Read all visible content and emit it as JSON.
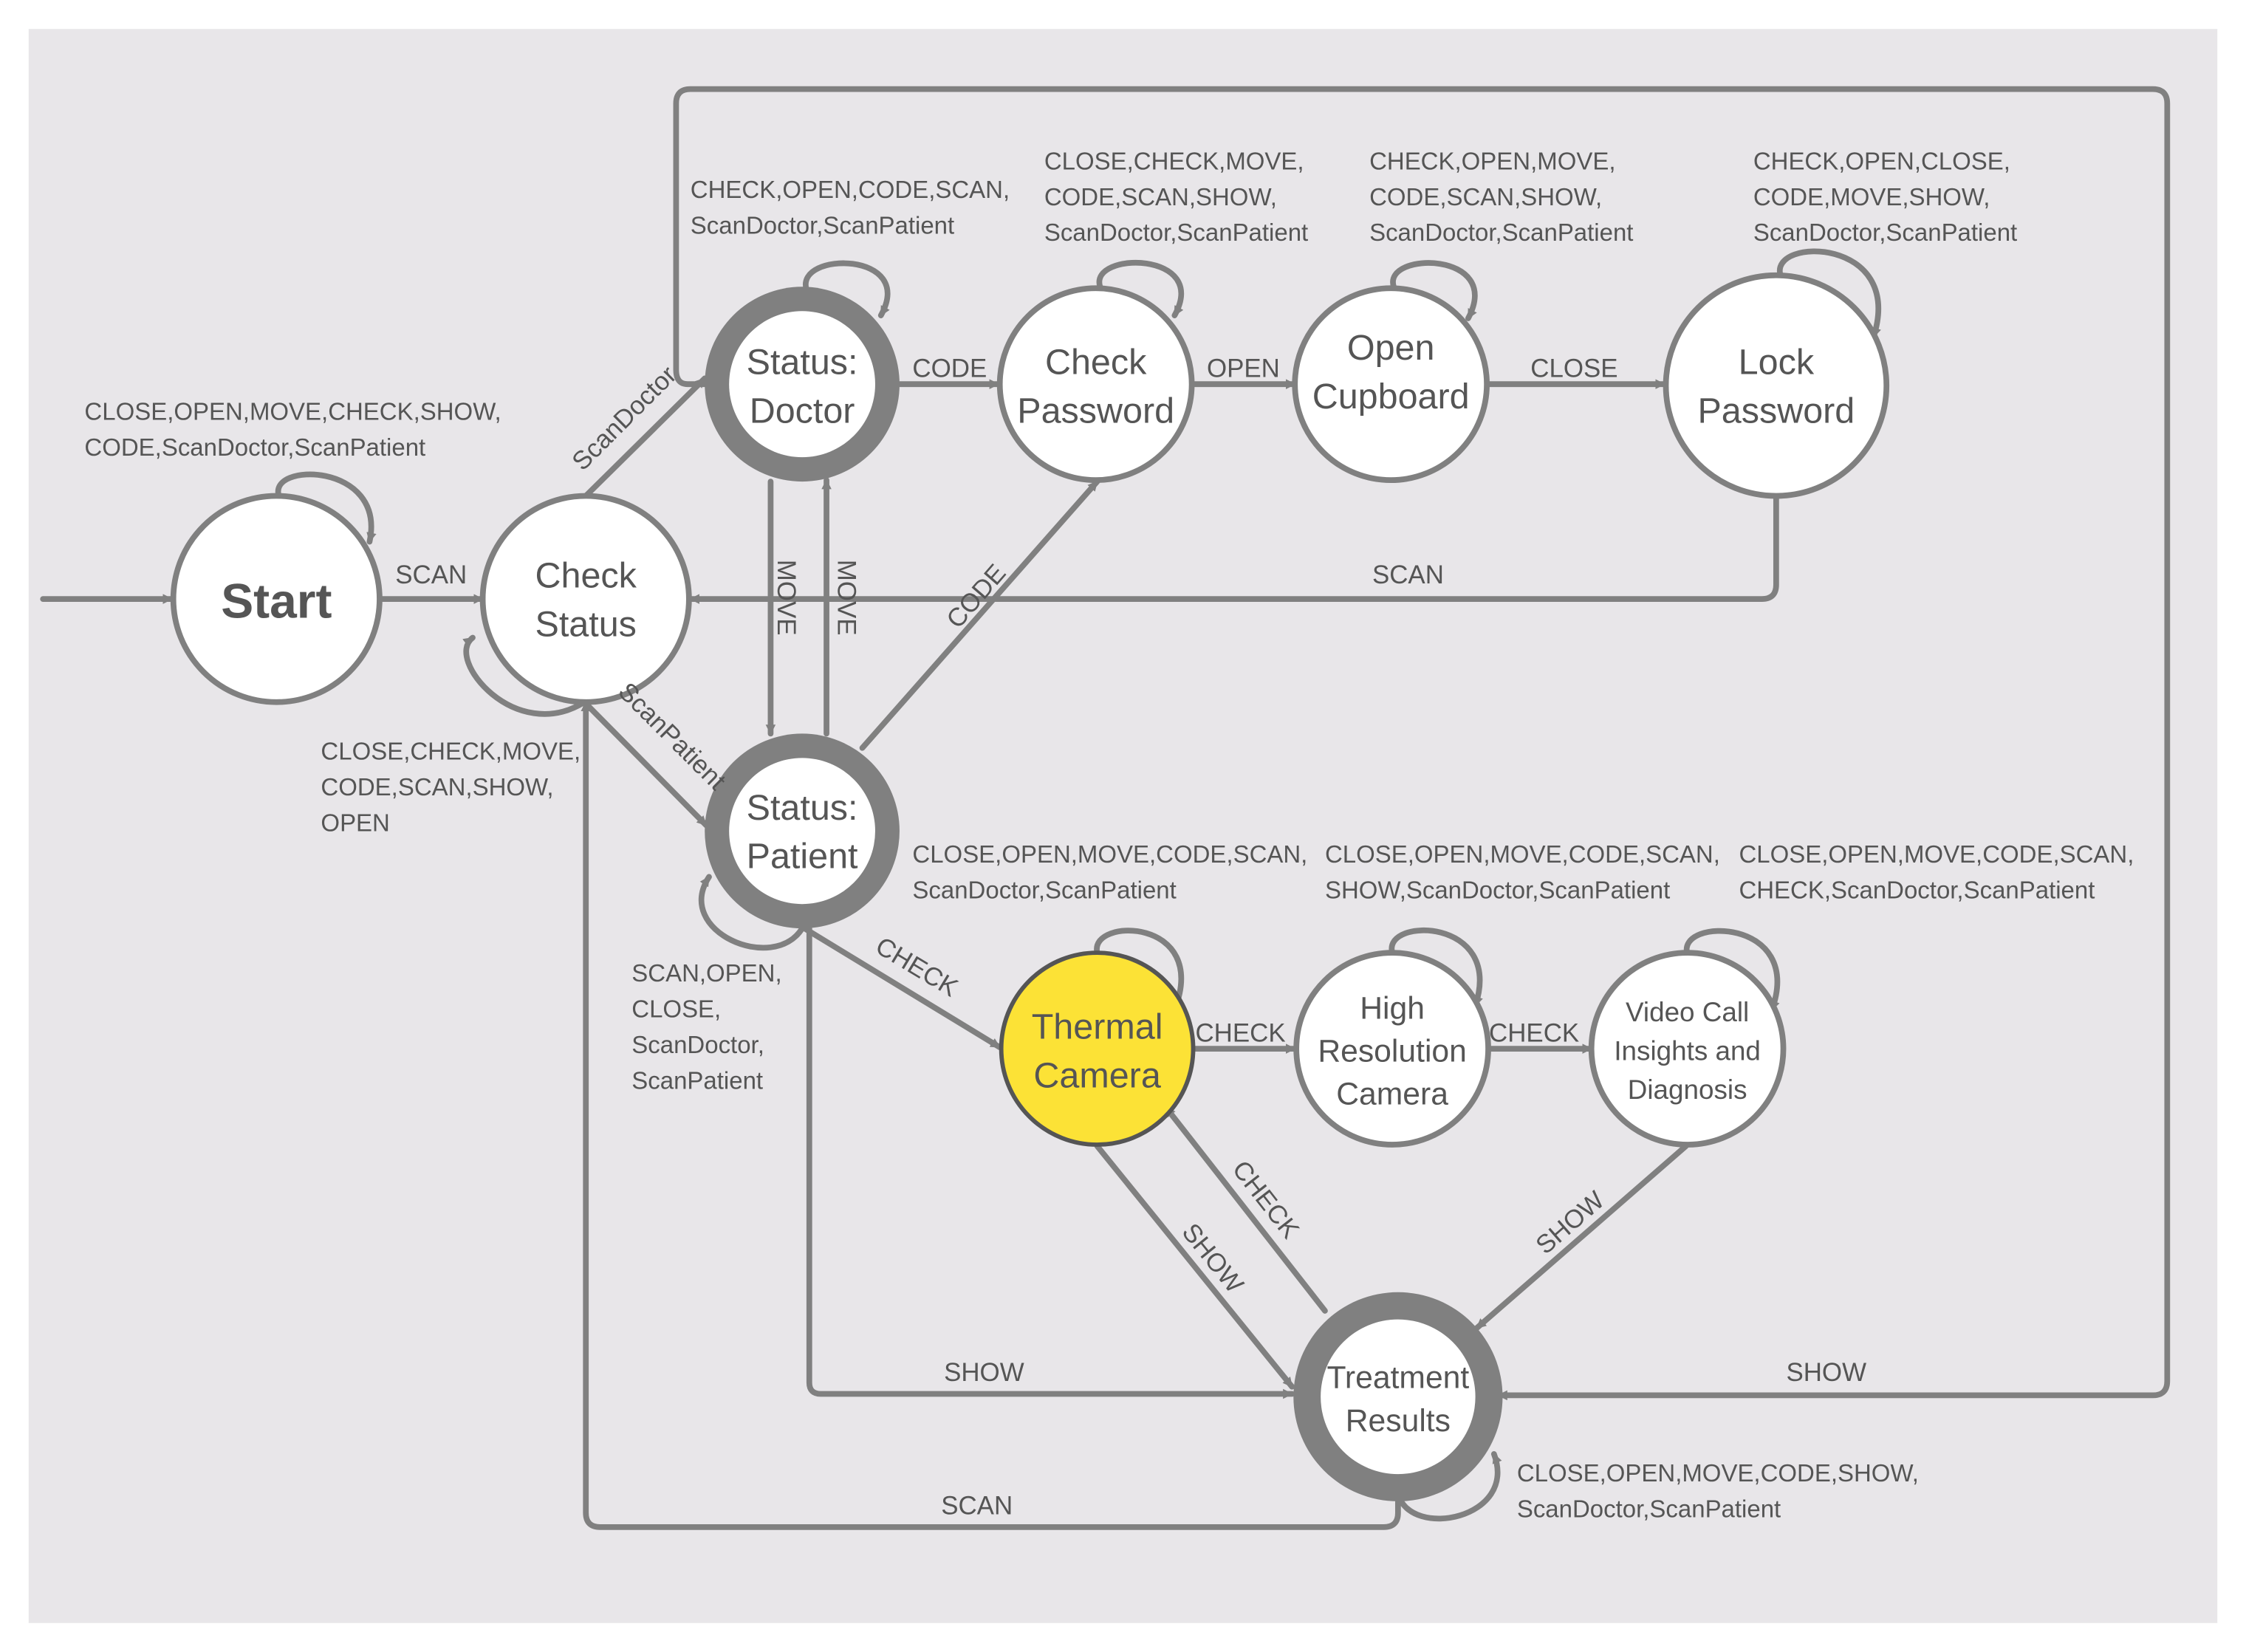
{
  "colors": {
    "background": "#e8e6e9",
    "edge": "#808080",
    "node_fill": "#ffffff",
    "highlight": "#fce236",
    "text": "#555555"
  },
  "nodes": {
    "start": {
      "line1": "Start"
    },
    "check_status": {
      "line1": "Check",
      "line2": "Status"
    },
    "status_doctor": {
      "line1": "Status:",
      "line2": "Doctor"
    },
    "check_password": {
      "line1": "Check",
      "line2": "Password"
    },
    "open_cupboard": {
      "line1": "Open",
      "line2": "Cupboard"
    },
    "lock_password": {
      "line1": "Lock",
      "line2": "Password"
    },
    "status_patient": {
      "line1": "Status:",
      "line2": "Patient"
    },
    "thermal_camera": {
      "line1": "Thermal",
      "line2": "Camera"
    },
    "high_res_camera": {
      "line1": "High",
      "line2": "Resolution",
      "line3": "Camera"
    },
    "video_call": {
      "line1": "Video Call",
      "line2": "Insights and",
      "line3": "Diagnosis"
    },
    "treatment_results": {
      "line1": "Treatment",
      "line2": "Results"
    }
  },
  "edge_labels": {
    "start_to_check": "SCAN",
    "check_to_doctor": "ScanDoctor",
    "check_to_patient": "ScanPatient",
    "doctor_to_password": "CODE",
    "password_to_cupboard": "OPEN",
    "cupboard_to_lock": "CLOSE",
    "lock_to_check": "SCAN",
    "doctor_to_patient": "MOVE",
    "patient_to_doctor": "MOVE",
    "patient_to_password": "CODE",
    "patient_to_thermal": "CHECK",
    "thermal_to_highres": "CHECK",
    "highres_to_video": "CHECK",
    "video_to_treatment": "SHOW",
    "treatment_to_thermal": "CHECK",
    "thermal_to_treatment": "SHOW",
    "patient_to_treatment": "SHOW",
    "doctor_to_treatment": "SHOW",
    "treatment_to_check": "SCAN"
  },
  "self_loops": {
    "start": {
      "line1": "CLOSE,OPEN,MOVE,CHECK,SHOW,",
      "line2": "CODE,ScanDoctor,ScanPatient"
    },
    "check_status": {
      "line1": "CLOSE,CHECK,MOVE,",
      "line2": "CODE,SCAN,SHOW,",
      "line3": "OPEN"
    },
    "status_doctor": {
      "line1": "CHECK,OPEN,CODE,SCAN,",
      "line2": "ScanDoctor,ScanPatient"
    },
    "check_password": {
      "line1": "CLOSE,CHECK,MOVE,",
      "line2": "CODE,SCAN,SHOW,",
      "line3": "ScanDoctor,ScanPatient"
    },
    "open_cupboard": {
      "line1": "CHECK,OPEN,MOVE,",
      "line2": "CODE,SCAN,SHOW,",
      "line3": "ScanDoctor,ScanPatient"
    },
    "lock_password": {
      "line1": "CHECK,OPEN,CLOSE,",
      "line2": "CODE,MOVE,SHOW,",
      "line3": "ScanDoctor,ScanPatient"
    },
    "status_patient": {
      "line1": "SCAN,OPEN,",
      "line2": "CLOSE,",
      "line3": "ScanDoctor,",
      "line4": "ScanPatient"
    },
    "thermal_camera": {
      "line1": "CLOSE,OPEN,MOVE,CODE,SCAN,",
      "line2": "ScanDoctor,ScanPatient"
    },
    "high_res_camera": {
      "line1": "CLOSE,OPEN,MOVE,CODE,SCAN,",
      "line2": "SHOW,ScanDoctor,ScanPatient"
    },
    "video_call": {
      "line1": "CLOSE,OPEN,MOVE,CODE,SCAN,",
      "line2": "CHECK,ScanDoctor,ScanPatient"
    },
    "treatment_results": {
      "line1": "CLOSE,OPEN,MOVE,CODE,SHOW,",
      "line2": "ScanDoctor,ScanPatient"
    }
  }
}
